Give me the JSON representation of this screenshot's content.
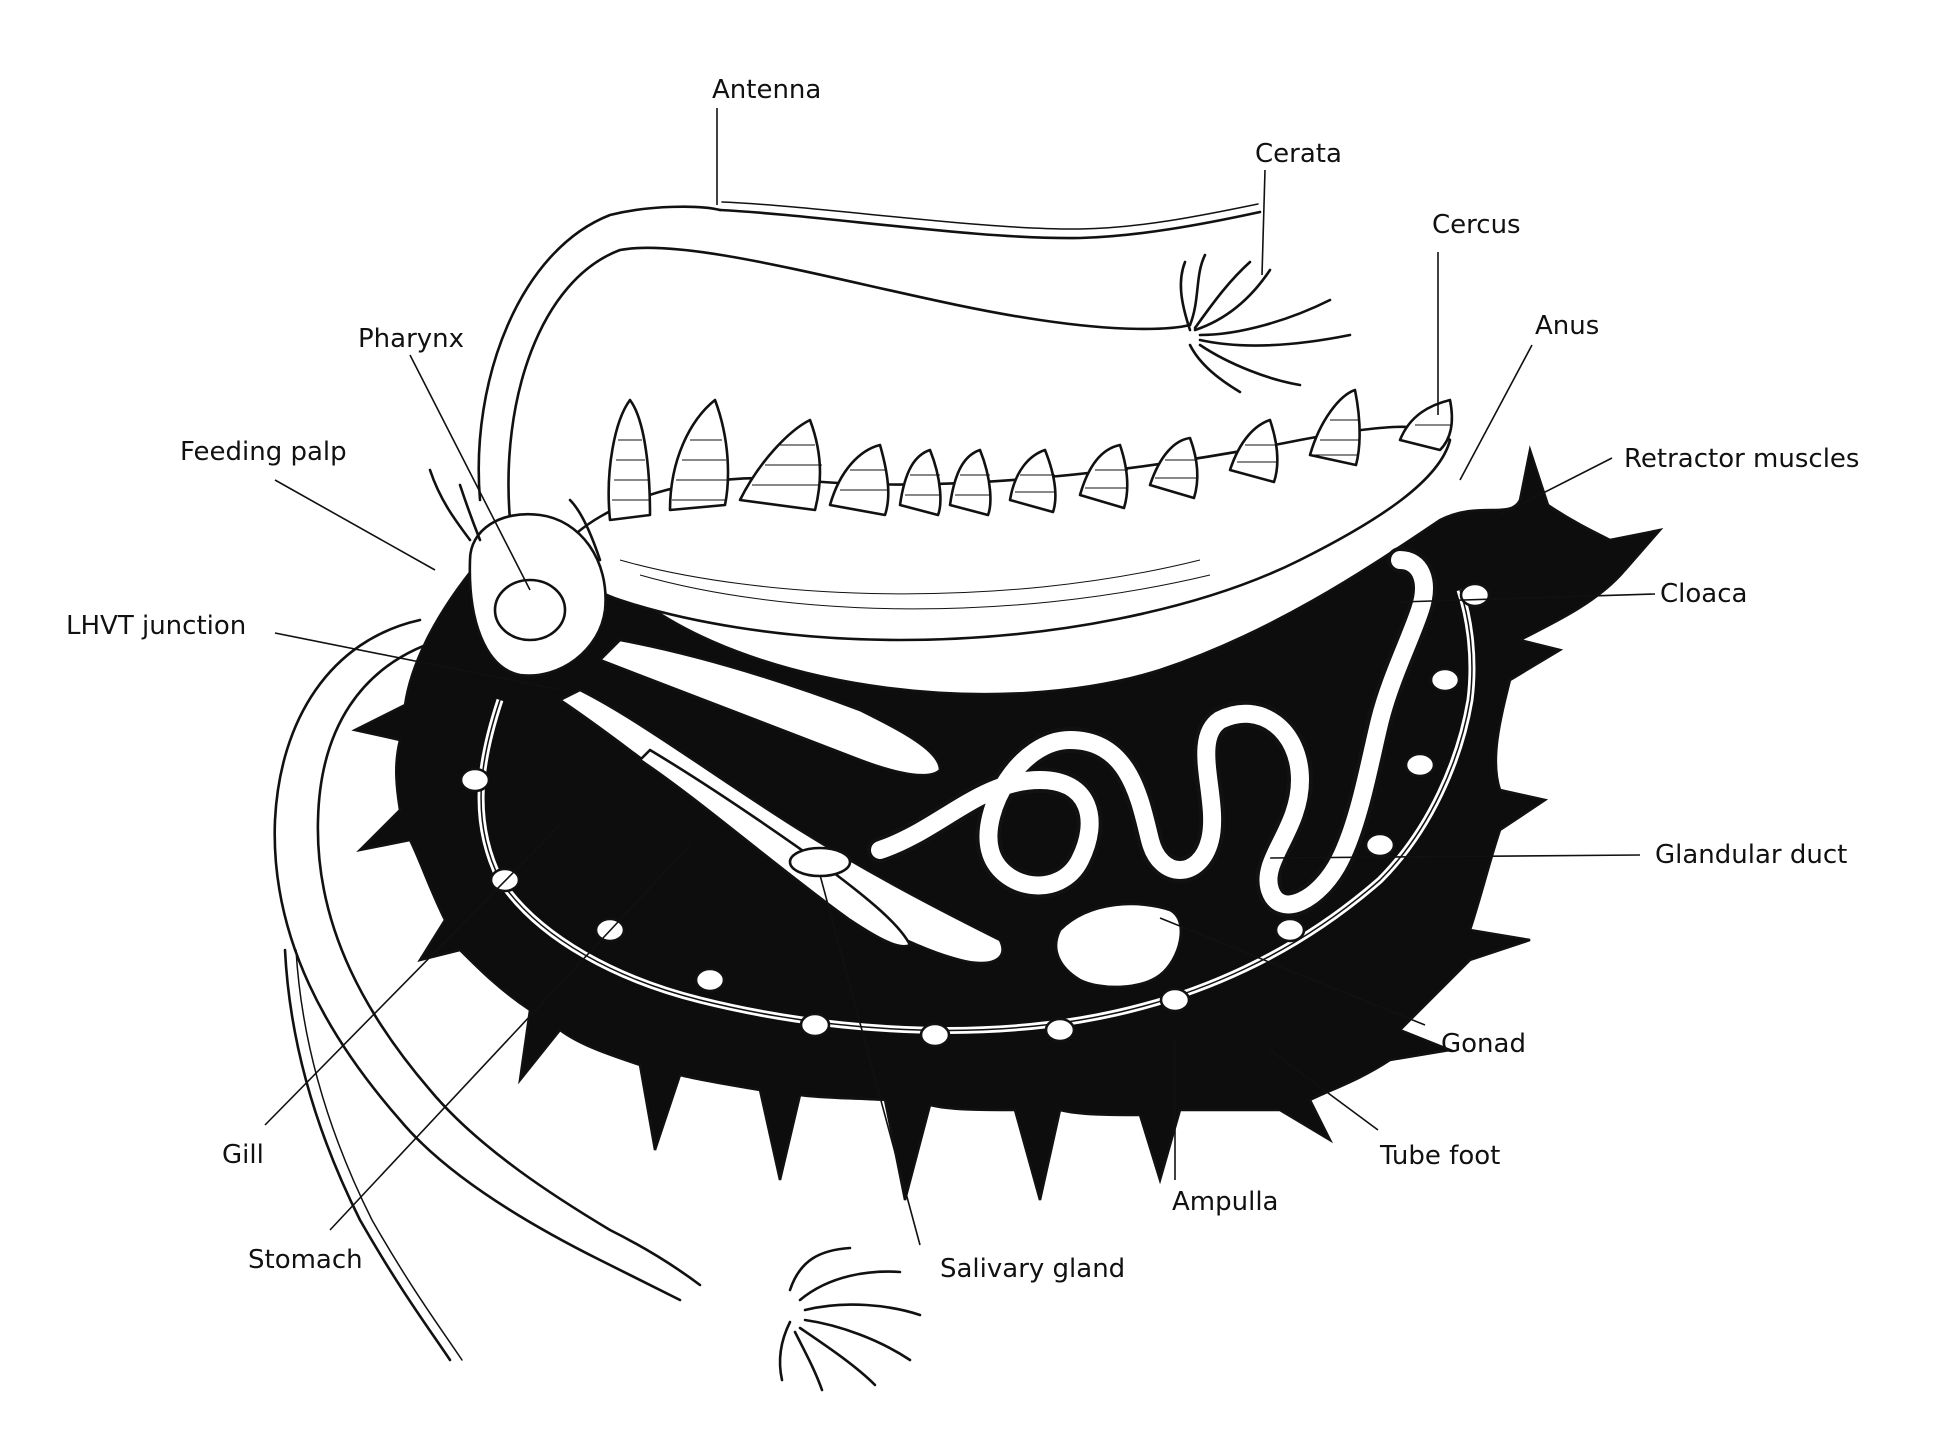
{
  "labels": {
    "antenna": "Antenna",
    "cerata": "Cerata",
    "cercus": "Cercus",
    "anus": "Anus",
    "retractor_muscles": "Retractor muscles",
    "pharynx": "Pharynx",
    "feeding_palp": "Feeding palp",
    "lhvt_junction": "LHVT junction",
    "cloaca": "Cloaca",
    "glandular_duct": "Glandular duct",
    "gonad": "Gonad",
    "tube_foot": "Tube foot",
    "ampulla": "Ampulla",
    "salivary_gland": "Salivary gland",
    "gill": "Gill",
    "stomach": "Stomach"
  },
  "colors": {
    "ink": "#111111",
    "body_fill": "#0d0d0d",
    "background": "#ffffff"
  }
}
